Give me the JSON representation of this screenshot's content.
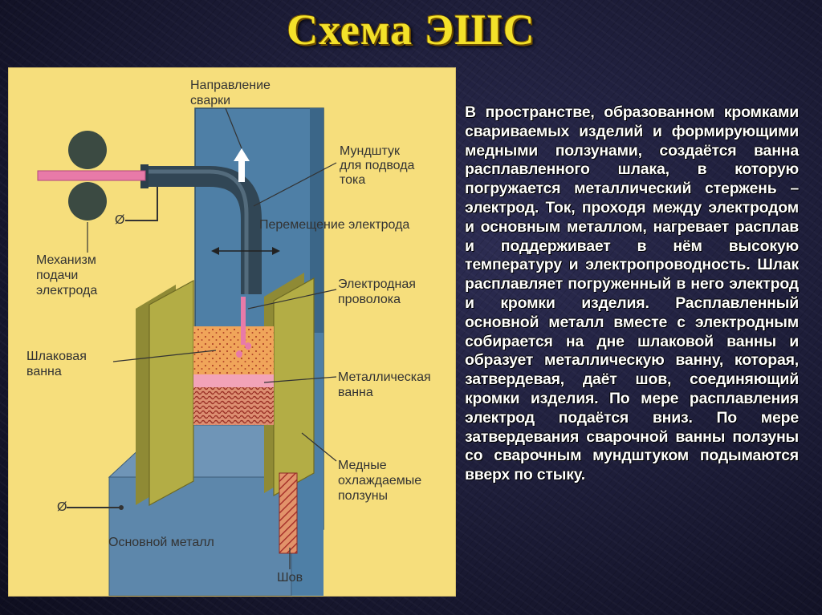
{
  "title": "Схема ЭШС",
  "diagram": {
    "labels": {
      "direction": "Направление\nсварки",
      "mouthpiece": "Мундштук\nдля подвода\nтока",
      "electrode_motion": "Перемещение электрода",
      "mechanism": "Механизм\nподачи\nэлектрода",
      "wire": "Электродная\nпроволока",
      "slag_bath": "Шлаковая\nванна",
      "metal_bath": "Металлическая\nванна",
      "sliders": "Медные\nохлаждаемые\nползуны",
      "base_metal": "Основной металл",
      "seam": "Шов",
      "phi_top": "Ø",
      "phi_bottom": "Ø"
    },
    "colors": {
      "background": "#f6de7c",
      "metal_blue": "#4e7fa6",
      "copper_green": "#b3ad45",
      "slag_orange": "#f0a55a",
      "metal_pink": "#f2a3b8",
      "wire_pink": "#e87aa8",
      "seam_red": "#c8504a"
    }
  },
  "description": "В пространстве, образованном кромками свариваемых изделий и формирующими медными ползунами, создаётся ванна расплавленного шлака, в которую погружается металлический стержень – электрод. Ток, проходя между электродом и основным металлом, нагревает расплав и поддерживает в нём высокую температуру и электропроводность. Шлак расплавляет погруженный в него электрод и кромки изделия. Расплавленный основной металл вместе с электродным собирается на дне шлаковой ванны и образует металлическую ванну, которая, затвердевая, даёт шов, соединяющий кромки изделия. По мере расплавления электрод подаётся вниз. По мере затвердевания сварочной ванны ползуны со сварочным мундштуком подымаются вверх по стыку."
}
